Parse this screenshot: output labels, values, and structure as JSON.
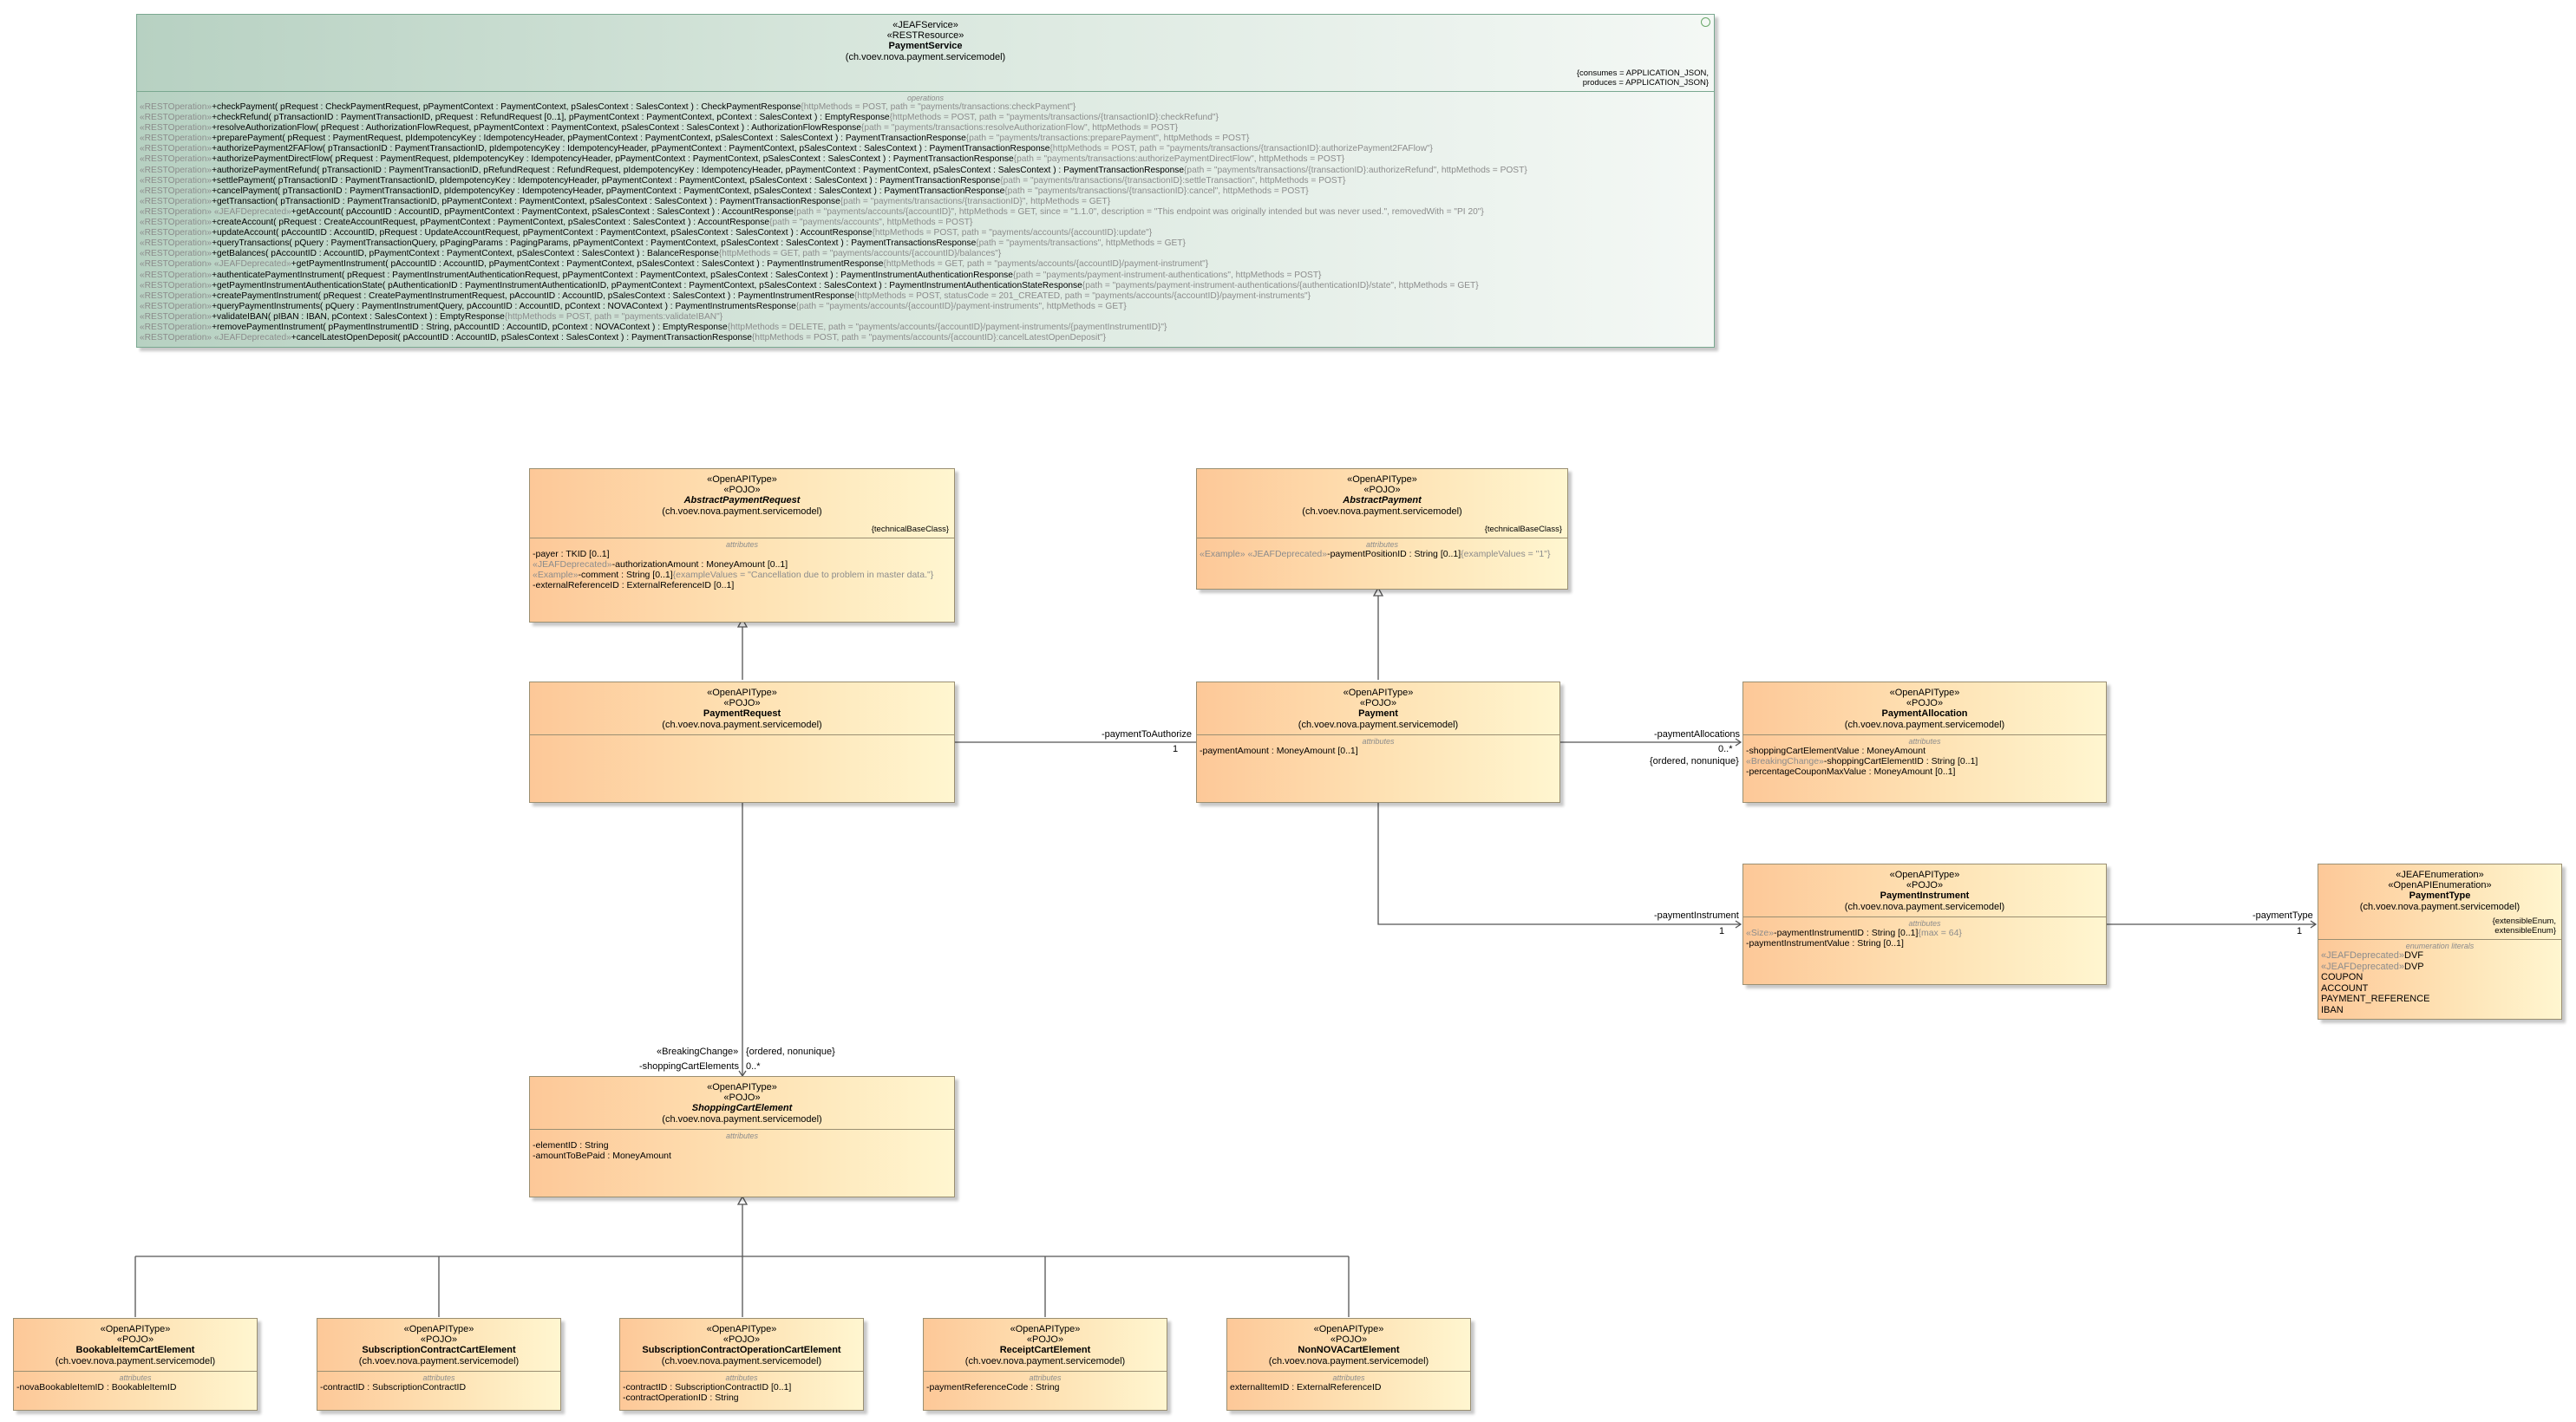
{
  "service": {
    "stereotypes": [
      "«JEAFService»",
      "«RESTResource»"
    ],
    "name": "PaymentService",
    "package": "(ch.voev.nova.payment.servicemodel)",
    "tags": [
      "{consumes = APPLICATION_JSON,",
      "produces = APPLICATION_JSON}"
    ],
    "compartment": "operations",
    "operations": [
      {
        "s": "«RESTOperation»",
        "sig": "+checkPayment( pRequest : CheckPaymentRequest, pPaymentContext : PaymentContext, pSalesContext : SalesContext ) : CheckPaymentResponse",
        "t": "{httpMethods = POST, path = \"payments/transactions:checkPayment\"}"
      },
      {
        "s": "«RESTOperation»",
        "sig": "+checkRefund( pTransactionID : PaymentTransactionID, pRequest : RefundRequest [0..1], pPaymentContext : PaymentContext, pContext : SalesContext ) : EmptyResponse",
        "t": "{httpMethods = POST, path = \"payments/transactions/{transactionID}:checkRefund\"}"
      },
      {
        "s": "«RESTOperation»",
        "sig": "+resolveAuthorizationFlow( pRequest : AuthorizationFlowRequest, pPaymentContext : PaymentContext, pSalesContext : SalesContext ) : AuthorizationFlowResponse",
        "t": "{path = \"payments/transactions:resolveAuthorizationFlow\", httpMethods = POST}"
      },
      {
        "s": "«RESTOperation»",
        "sig": "+preparePayment( pRequest : PaymentRequest, pIdempotencyKey : IdempotencyHeader, pPaymentContext : PaymentContext, pSalesContext : SalesContext ) : PaymentTransactionResponse",
        "t": "{path = \"payments/transactions:preparePayment\", httpMethods = POST}"
      },
      {
        "s": "«RESTOperation»",
        "sig": "+authorizePayment2FAFlow( pTransactionID : PaymentTransactionID, pIdempotencyKey : IdempotencyHeader, pPaymentContext : PaymentContext, pSalesContext : SalesContext ) : PaymentTransactionResponse",
        "t": "{httpMethods = POST, path = \"payments/transactions/{transactionID}:authorizePayment2FAFlow\"}"
      },
      {
        "s": "«RESTOperation»",
        "sig": "+authorizePaymentDirectFlow( pRequest : PaymentRequest, pIdempotencyKey : IdempotencyHeader, pPaymentContext : PaymentContext, pSalesContext : SalesContext ) : PaymentTransactionResponse",
        "t": "{path = \"payments/transactions:authorizePaymentDirectFlow\", httpMethods = POST}"
      },
      {
        "s": "«RESTOperation»",
        "sig": "+authorizePaymentRefund( pTransactionID : PaymentTransactionID, pRefundRequest : RefundRequest, pIdempotencyKey : IdempotencyHeader, pPaymentContext : PaymentContext, pSalesContext : SalesContext ) : PaymentTransactionResponse",
        "t": "{path = \"payments/transactions/{transactionID}:authorizeRefund\", httpMethods = POST}"
      },
      {
        "s": "«RESTOperation»",
        "sig": "+settlePayment( pTransactionID : PaymentTransactionID, pIdempotencyKey : IdempotencyHeader, pPaymentContext : PaymentContext, pSalesContext : SalesContext ) : PaymentTransactionResponse",
        "t": "{path = \"payments/transactions/{transactionID}:settleTransaction\", httpMethods = POST}"
      },
      {
        "s": "«RESTOperation»",
        "sig": "+cancelPayment( pTransactionID : PaymentTransactionID, pIdempotencyKey : IdempotencyHeader, pPaymentContext : PaymentContext, pSalesContext : SalesContext ) : PaymentTransactionResponse",
        "t": "{path = \"payments/transactions/{transactionID}:cancel\", httpMethods = POST}"
      },
      {
        "s": "«RESTOperation»",
        "sig": "+getTransaction( pTransactionID : PaymentTransactionID, pPaymentContext : PaymentContext, pSalesContext : SalesContext ) : PaymentTransactionResponse",
        "t": "{path = \"payments/transactions/{transactionID}\", httpMethods = GET}"
      },
      {
        "s": "«RESTOperation» «JEAFDeprecated»",
        "sig": "+getAccount( pAccountID : AccountID, pPaymentContext : PaymentContext, pSalesContext : SalesContext ) : AccountResponse",
        "t": "{path = \"payments/accounts/{accountID}\", httpMethods = GET, since = \"1.1.0\", description = \"This endpoint was originally intended but was never used.\", removedWith = \"PI 20\"}"
      },
      {
        "s": "«RESTOperation»",
        "sig": "+createAccount( pRequest : CreateAccountRequest, pPaymentContext : PaymentContext, pSalesContext : SalesContext ) : AccountResponse",
        "t": "{path = \"payments/accounts\", httpMethods = POST}"
      },
      {
        "s": "«RESTOperation»",
        "sig": "+updateAccount( pAccountID : AccountID, pRequest : UpdateAccountRequest, pPaymentContext : PaymentContext, pSalesContext : SalesContext ) : AccountResponse",
        "t": "{httpMethods = POST, path = \"payments/accounts/{accountID}:update\"}"
      },
      {
        "s": "«RESTOperation»",
        "sig": "+queryTransactions( pQuery : PaymentTransactionQuery, pPagingParams : PagingParams, pPaymentContext : PaymentContext, pSalesContext : SalesContext ) : PaymentTransactionsResponse",
        "t": "{path = \"payments/transactions\", httpMethods = GET}"
      },
      {
        "s": "«RESTOperation»",
        "sig": "+getBalances( pAccountID : AccountID, pPaymentContext : PaymentContext, pSalesContext : SalesContext ) : BalanceResponse",
        "t": "{httpMethods = GET, path = \"payments/accounts/{accountID}/balances\"}"
      },
      {
        "s": "«RESTOperation» «JEAFDeprecated»",
        "sig": "+getPaymentInstrument( pAccountID : AccountID, pPaymentContext : PaymentContext, pSalesContext : SalesContext ) : PaymentInstrumentResponse",
        "t": "{httpMethods = GET, path = \"payments/accounts/{accountID}/payment-instrument\"}"
      },
      {
        "s": "«RESTOperation»",
        "sig": "+authenticatePaymentInstrument( pRequest : PaymentInstrumentAuthenticationRequest, pPaymentContext : PaymentContext, pSalesContext : SalesContext ) : PaymentInstrumentAuthenticationResponse",
        "t": "{path = \"payments/payment-instrument-authentications\", httpMethods = POST}"
      },
      {
        "s": "«RESTOperation»",
        "sig": "+getPaymentInstrumentAuthenticationState( pAuthenticationID : PaymentInstrumentAuthenticationID, pPaymentContext : PaymentContext, pSalesContext : SalesContext ) : PaymentInstrumentAuthenticationStateResponse",
        "t": "{path = \"payments/payment-instrument-authentications/{authenticationID}/state\", httpMethods = GET}"
      },
      {
        "s": "«RESTOperation»",
        "sig": "+createPaymentInstrument( pRequest : CreatePaymentInstrumentRequest, pAccountID : AccountID, pSalesContext : SalesContext ) : PaymentInstrumentResponse",
        "t": "{httpMethods = POST, statusCode = 201_CREATED, path = \"payments/accounts/{accountID}/payment-instruments\"}"
      },
      {
        "s": "«RESTOperation»",
        "sig": "+queryPaymentInstruments( pQuery : PaymentInstrumentQuery, pAccountID : AccountID, pContext : NOVAContext ) : PaymentInstrumentsResponse",
        "t": "{path = \"payments/accounts/{accountID}/payment-instruments\", httpMethods = GET}"
      },
      {
        "s": "«RESTOperation»",
        "sig": "+validateIBAN( pIBAN : IBAN, pContext : SalesContext ) : EmptyResponse",
        "t": "{httpMethods = POST, path = \"payments:validateIBAN\"}"
      },
      {
        "s": "«RESTOperation»",
        "sig": "+removePaymentInstrument( pPaymentInstrumentID : String, pAccountID : AccountID, pContext : NOVAContext ) : EmptyResponse",
        "t": "{httpMethods = DELETE, path = \"payments/accounts/{accountID}/payment-instruments/{paymentInstrumentID}\"}"
      },
      {
        "s": "«RESTOperation» «JEAFDeprecated»",
        "sig": "+cancelLatestOpenDeposit( pAccountID : AccountID, pSalesContext : SalesContext ) : PaymentTransactionResponse",
        "t": "{httpMethods = POST, path = \"payments/accounts/{accountID}:cancelLatestOpenDeposit\"}"
      }
    ]
  },
  "classes": {
    "abstractPaymentRequest": {
      "stereotypes": [
        "«OpenAPIType»",
        "«POJO»"
      ],
      "name": "AbstractPaymentRequest",
      "package": "(ch.voev.nova.payment.servicemodel)",
      "tag": "{technicalBaseClass}",
      "compartment": "attributes",
      "rows": [
        {
          "s": "",
          "sig": "-payer : TKID [0..1]",
          "t": ""
        },
        {
          "s": "«JEAFDeprecated»",
          "sig": "-authorizationAmount : MoneyAmount [0..1]",
          "t": ""
        },
        {
          "s": "«Example»",
          "sig": "-comment : String [0..1]",
          "t": "{exampleValues = \"Cancellation due to problem in master data.\"}"
        },
        {
          "s": "",
          "sig": "-externalReferenceID : ExternalReferenceID [0..1]",
          "t": ""
        }
      ]
    },
    "abstractPayment": {
      "stereotypes": [
        "«OpenAPIType»",
        "«POJO»"
      ],
      "name": "AbstractPayment",
      "package": "(ch.voev.nova.payment.servicemodel)",
      "tag": "{technicalBaseClass}",
      "compartment": "attributes",
      "rows": [
        {
          "s": "«Example» «JEAFDeprecated»",
          "sig": "-paymentPositionID : String [0..1]",
          "t": "{exampleValues = \"1\"}"
        }
      ]
    },
    "paymentRequest": {
      "stereotypes": [
        "«OpenAPIType»",
        "«POJO»"
      ],
      "name": "PaymentRequest",
      "package": "(ch.voev.nova.payment.servicemodel)",
      "rows": []
    },
    "payment": {
      "stereotypes": [
        "«OpenAPIType»",
        "«POJO»"
      ],
      "name": "Payment",
      "package": "(ch.voev.nova.payment.servicemodel)",
      "compartment": "attributes",
      "rows": [
        {
          "s": "",
          "sig": "-paymentAmount : MoneyAmount [0..1]",
          "t": ""
        }
      ]
    },
    "paymentAllocation": {
      "stereotypes": [
        "«OpenAPIType»",
        "«POJO»"
      ],
      "name": "PaymentAllocation",
      "package": "(ch.voev.nova.payment.servicemodel)",
      "compartment": "attributes",
      "rows": [
        {
          "s": "",
          "sig": "-shoppingCartElementValue : MoneyAmount",
          "t": ""
        },
        {
          "s": "«BreakingChange»",
          "sig": "-shoppingCartElementID : String [0..1]",
          "t": ""
        },
        {
          "s": "",
          "sig": "-percentageCouponMaxValue : MoneyAmount [0..1]",
          "t": ""
        }
      ]
    },
    "paymentInstrument": {
      "stereotypes": [
        "«OpenAPIType»",
        "«POJO»"
      ],
      "name": "PaymentInstrument",
      "package": "(ch.voev.nova.payment.servicemodel)",
      "compartment": "attributes",
      "rows": [
        {
          "s": "«Size»",
          "sig": "-paymentInstrumentID : String [0..1]",
          "t": "{max = 64}"
        },
        {
          "s": "",
          "sig": "-paymentInstrumentValue : String [0..1]",
          "t": ""
        }
      ]
    },
    "paymentType": {
      "stereotypes": [
        "«JEAFEnumeration»",
        "«OpenAPIEnumeration»"
      ],
      "name": "PaymentType",
      "package": "(ch.voev.nova.payment.servicemodel)",
      "tags": [
        "{extensibleEnum,",
        "extensibleEnum}"
      ],
      "compartment": "enumeration literals",
      "rows": [
        {
          "s": "«JEAFDeprecated»",
          "sig": "DVF",
          "t": ""
        },
        {
          "s": "«JEAFDeprecated»",
          "sig": "DVP",
          "t": ""
        },
        {
          "s": "",
          "sig": "COUPON",
          "t": ""
        },
        {
          "s": "",
          "sig": "ACCOUNT",
          "t": ""
        },
        {
          "s": "",
          "sig": "PAYMENT_REFERENCE",
          "t": ""
        },
        {
          "s": "",
          "sig": "IBAN",
          "t": ""
        }
      ]
    },
    "shoppingCartElement": {
      "stereotypes": [
        "«OpenAPIType»",
        "«POJO»"
      ],
      "name": "ShoppingCartElement",
      "package": "(ch.voev.nova.payment.servicemodel)",
      "compartment": "attributes",
      "rows": [
        {
          "s": "",
          "sig": "-elementID : String",
          "t": ""
        },
        {
          "s": "",
          "sig": "-amountToBePaid : MoneyAmount",
          "t": ""
        }
      ]
    },
    "bookableItemCartElement": {
      "stereotypes": [
        "«OpenAPIType»",
        "«POJO»"
      ],
      "name": "BookableItemCartElement",
      "package": "(ch.voev.nova.payment.servicemodel)",
      "compartment": "attributes",
      "rows": [
        {
          "s": "",
          "sig": "-novaBookableItemID : BookableItemID",
          "t": ""
        }
      ]
    },
    "subscriptionContractCartElement": {
      "stereotypes": [
        "«OpenAPIType»",
        "«POJO»"
      ],
      "name": "SubscriptionContractCartElement",
      "package": "(ch.voev.nova.payment.servicemodel)",
      "compartment": "attributes",
      "rows": [
        {
          "s": "",
          "sig": "-contractID : SubscriptionContractID",
          "t": ""
        }
      ]
    },
    "subscriptionContractOperationCartElement": {
      "stereotypes": [
        "«OpenAPIType»",
        "«POJO»"
      ],
      "name": "SubscriptionContractOperationCartElement",
      "package": "(ch.voev.nova.payment.servicemodel)",
      "compartment": "attributes",
      "rows": [
        {
          "s": "",
          "sig": "-contractID : SubscriptionContractID [0..1]",
          "t": ""
        },
        {
          "s": "",
          "sig": "-contractOperationID : String",
          "t": ""
        }
      ]
    },
    "receiptCartElement": {
      "stereotypes": [
        "«OpenAPIType»",
        "«POJO»"
      ],
      "name": "ReceiptCartElement",
      "package": "(ch.voev.nova.payment.servicemodel)",
      "compartment": "attributes",
      "rows": [
        {
          "s": "",
          "sig": "-paymentReferenceCode : String",
          "t": ""
        }
      ]
    },
    "nonNovaCartElement": {
      "stereotypes": [
        "«OpenAPIType»",
        "«POJO»"
      ],
      "name": "NonNOVACartElement",
      "package": "(ch.voev.nova.payment.servicemodel)",
      "compartment": "attributes",
      "rows": [
        {
          "s": "",
          "sig": "externalItemID : ExternalReferenceID",
          "t": ""
        }
      ]
    }
  },
  "associations": {
    "paymentToAuthorize": {
      "role": "-paymentToAuthorize",
      "mult": "1"
    },
    "paymentAllocations": {
      "role": "-paymentAllocations",
      "mult": "0..*",
      "props": "{ordered, nonunique}"
    },
    "paymentInstrument": {
      "role": "-paymentInstrument",
      "mult": "1"
    },
    "paymentType": {
      "role": "-paymentType",
      "mult": "1"
    },
    "shoppingCartElements": {
      "stereo": "«BreakingChange»",
      "role": "-shoppingCartElements",
      "mult": "0..*",
      "props": "{ordered, nonunique}"
    }
  }
}
